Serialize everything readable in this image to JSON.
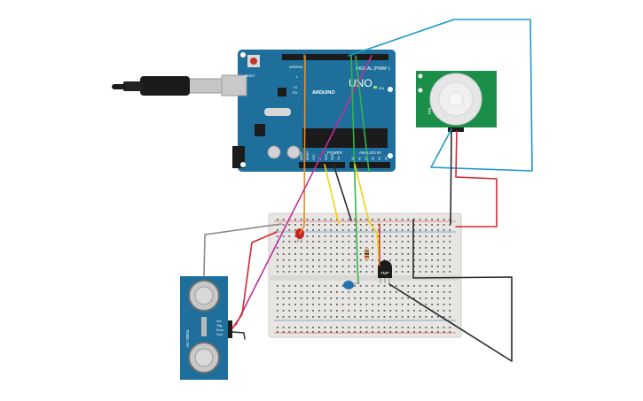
{
  "arduino": {
    "logo_text": "ARDUINO",
    "model_text": "UNO",
    "digital_label": "DIGITAL (PWM~)",
    "power_label": "POWER",
    "analog_label": "ANALOG IN",
    "on_label": "ON",
    "l_label": "L",
    "tx_label": "TX",
    "rx_label": "RX",
    "aref_label": "AREF",
    "gnd_label": "GND",
    "reset_label": "RESET",
    "power_pins": [
      "IOREF",
      "RESET",
      "3.3V",
      "5V",
      "GND",
      "GND",
      "Vin"
    ],
    "analog_pins": [
      "A0",
      "A1",
      "A2",
      "A3",
      "A4",
      "A5"
    ]
  },
  "sensors": {
    "ultrasonic_model": "HC-SR04",
    "ultrasonic_pins": [
      "Vcc",
      "Trig",
      "Echo",
      "Gnd"
    ],
    "pir_label": "PIR",
    "temp_label": "TMP"
  },
  "colors": {
    "arduino_board": "#1f6f9c",
    "sensor_pcb": "#1b8f4a",
    "wire_cyan": "#1e9bc9",
    "wire_orange": "#ee8a1f",
    "wire_magenta": "#c0309b",
    "wire_green": "#33b54a",
    "wire_yellow": "#f2d20f",
    "wire_red": "#d6262b",
    "wire_black": "#2a2a2a",
    "wire_gray": "#8a8a8a",
    "breadboard": "#e8e6e3",
    "led_red": "#c62020",
    "led_blue": "#2272b0"
  }
}
